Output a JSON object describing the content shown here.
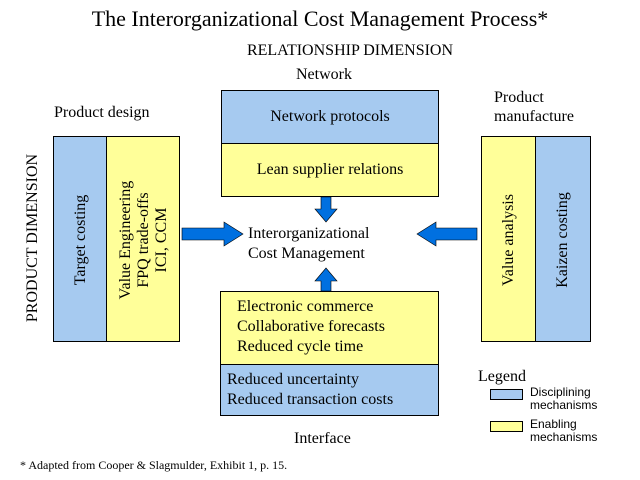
{
  "title": "The Interorganizational Cost Management Process*",
  "relationship_dimension": "RELATIONSHIP DIMENSION",
  "product_dimension": "PRODUCT DIMENSION",
  "network": {
    "label": "Network",
    "boxes": [
      "Network protocols",
      "Lean supplier relations"
    ]
  },
  "product_design": {
    "label": "Product design",
    "boxes": [
      {
        "lines": [
          "Target costing"
        ]
      },
      {
        "lines": [
          "Value Engineering",
          "FPQ trade-offs",
          "ICI, CCM"
        ]
      }
    ]
  },
  "product_manufacture": {
    "label_lines": [
      "Product",
      "manufacture"
    ],
    "boxes": [
      {
        "lines": [
          "Value analysis"
        ]
      },
      {
        "lines": [
          "Kaizen costing"
        ]
      }
    ]
  },
  "center": {
    "lines": [
      "Interorganizational",
      "Cost Management"
    ]
  },
  "interface": {
    "label": "Interface",
    "enabling_lines": [
      "Electronic commerce",
      "Collaborative forecasts",
      "Reduced cycle time"
    ],
    "disciplining_lines": [
      "Reduced uncertainty",
      "Reduced transaction costs"
    ]
  },
  "legend": {
    "title": "Legend",
    "items": [
      {
        "lines": [
          "Disciplining",
          "mechanisms"
        ],
        "color": "#a6caf0"
      },
      {
        "lines": [
          "Enabling",
          "mechanisms"
        ],
        "color": "#ffff99"
      }
    ]
  },
  "colors": {
    "disciplining": "#a6caf0",
    "enabling": "#ffff99",
    "arrow": "#0070e0"
  },
  "footnote": "* Adapted from Cooper & Slagmulder, Exhibit 1, p. 15."
}
